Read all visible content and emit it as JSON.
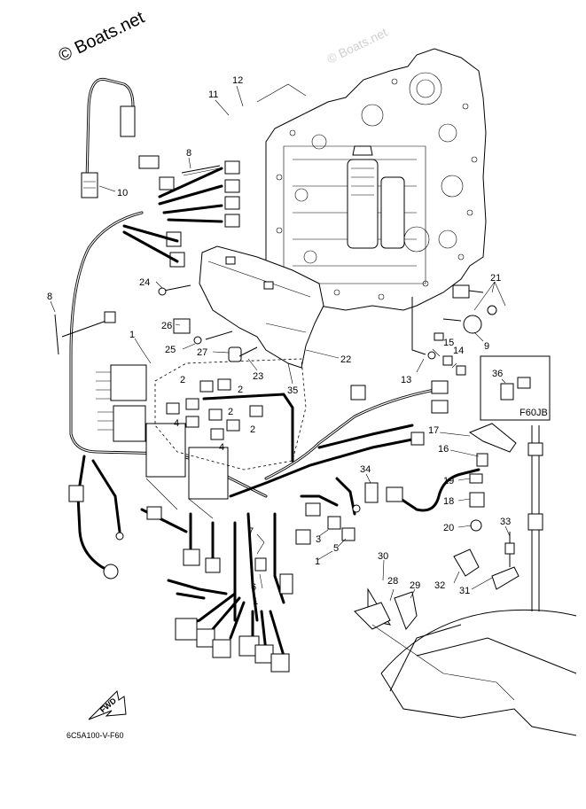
{
  "watermark": {
    "main": "© Boats.net",
    "faint": "© Boats.net"
  },
  "inset": {
    "label": "F60JB"
  },
  "diagram_code": "6C5A100-V-F60",
  "fwd_label": "FWD",
  "callouts": {
    "c1a": "1",
    "c1b": "1",
    "c1c": "1",
    "c2a": "2",
    "c2b": "2",
    "c2c": "2",
    "c2d": "2",
    "c3": "3",
    "c4a": "4",
    "c4b": "4",
    "c5": "5",
    "c6": "6",
    "c7": "7",
    "c8a": "8",
    "c8b": "8",
    "c9": "9",
    "c10": "10",
    "c11": "11",
    "c12": "12",
    "c13": "13",
    "c14": "14",
    "c15": "15",
    "c16": "16",
    "c17": "17",
    "c18": "18",
    "c19": "19",
    "c20": "20",
    "c21": "21",
    "c22": "22",
    "c23": "23",
    "c24": "24",
    "c25": "25",
    "c26": "26",
    "c27": "27",
    "c28": "28",
    "c29": "29",
    "c30": "30",
    "c31": "31",
    "c32": "32",
    "c33": "33",
    "c34": "34",
    "c35": "35",
    "c36": "36"
  }
}
